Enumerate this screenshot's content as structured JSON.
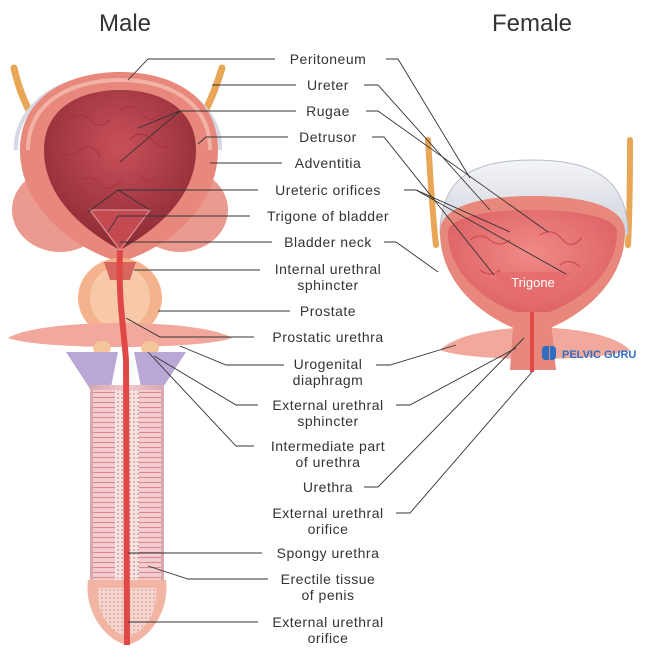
{
  "titles": {
    "male": "Male",
    "female": "Female"
  },
  "labels": {
    "peritoneum": "Peritoneum",
    "ureter": "Ureter",
    "rugae": "Rugae",
    "detrusor": "Detrusor",
    "adventitia": "Adventitia",
    "ureteric_orifices": "Ureteric orifices",
    "trigone_of_bladder": "Trigone of bladder",
    "bladder_neck": "Bladder neck",
    "internal_urethral_sphincter": [
      "Internal urethral",
      "sphincter"
    ],
    "prostate": "Prostate",
    "prostatic_urethra": "Prostatic urethra",
    "urogenital_diaphragm": [
      "Urogenital",
      "diaphragm"
    ],
    "external_urethral_sphincter": [
      "External urethral",
      "sphincter"
    ],
    "intermediate_part_of_urethra": [
      "Intermediate part",
      "of urethra"
    ],
    "urethra": "Urethra",
    "external_urethral_orifice_female": [
      "External urethral",
      "orifice"
    ],
    "spongy_urethra": "Spongy urethra",
    "erectile_tissue_of_penis": [
      "Erectile tissue",
      "of penis"
    ],
    "external_urethral_orifice_male": [
      "External urethral",
      "orifice"
    ]
  },
  "female_trigone_label": "Trigone",
  "watermark": "PELVIC GURU",
  "colors": {
    "bladder_wall": "#e8877c",
    "bladder_wall_light": "#f2b3a6",
    "lumen": "#b8404a",
    "lumen_dark": "#8c2a34",
    "ureter": "#e8a656",
    "peritoneum": "#e2e3ea",
    "prostate": "#f5b38d",
    "diaphragm": "#f2a89c",
    "urethra": "#e04848",
    "penis_body": "#f0c4c8",
    "corpora": "#b9a8d6",
    "glans": "#f3b5a3",
    "leader": "#333333",
    "brand": "#2f6fc3"
  }
}
